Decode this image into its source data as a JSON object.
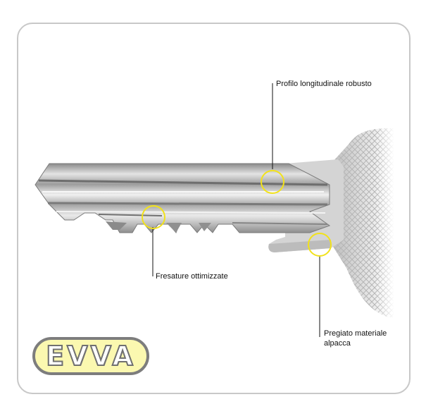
{
  "callouts": {
    "profile": "Profilo longitudinale robusto",
    "fresature": "Fresature ottimizzate",
    "pregiato_line1": "Pregiato materiale",
    "pregiato_line2": "alpacca"
  },
  "logo": {
    "text": "EVVA",
    "fill": "#fbf8b0",
    "border": "#7d7d7d"
  },
  "colors": {
    "highlight_ring": "#f2e21a",
    "panel_border": "#c8c8c8"
  }
}
